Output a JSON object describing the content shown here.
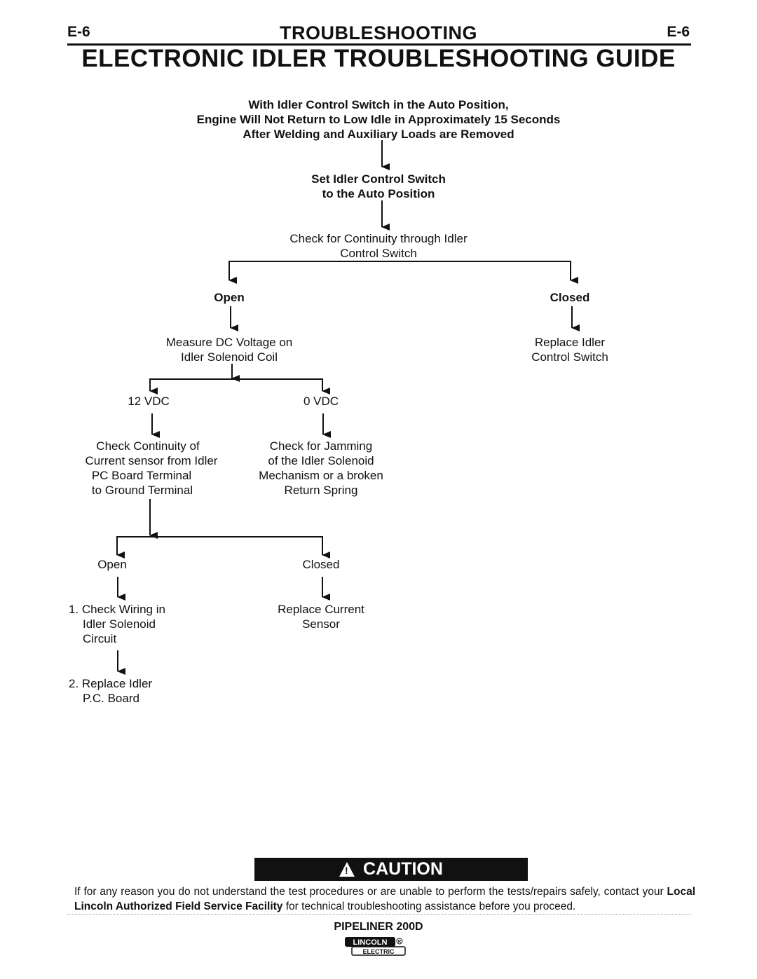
{
  "header": {
    "page_code_left": "E-6",
    "section_title": "TROUBLESHOOTING",
    "page_code_right": "E-6"
  },
  "title": "ELECTRONIC IDLER TROUBLESHOOTING GUIDE",
  "flow": {
    "problem": [
      "With Idler Control Switch in the Auto Position,",
      "Engine Will Not Return to Low Idle in Approximately 15 Seconds",
      "After Welding and Auxiliary Loads are Removed"
    ],
    "step1": [
      "Set Idler Control Switch",
      "to the Auto Position"
    ],
    "step2": [
      "Check for Continuity through Idler",
      "Control Switch"
    ],
    "branch_open": "Open",
    "branch_closed": "Closed",
    "measure": [
      "Measure DC Voltage on",
      "Idler Solenoid Coil"
    ],
    "replace_switch": [
      "Replace Idler",
      "Control Switch"
    ],
    "v12": "12 VDC",
    "v0": "0 VDC",
    "check_continuity": [
      "Check Continuity of",
      "Current sensor from Idler",
      "PC Board Terminal",
      "to Ground Terminal"
    ],
    "check_jamming": [
      "Check for Jamming",
      "of the Idler Solenoid",
      "Mechanism or a broken",
      "Return Spring"
    ],
    "open2": "Open",
    "closed2": "Closed",
    "check_wiring": [
      "1. Check Wiring in",
      "Idler Solenoid",
      "Circuit"
    ],
    "replace_sensor": [
      "Replace Current",
      "Sensor"
    ],
    "replace_board": [
      "2. Replace Idler",
      "P.C. Board"
    ]
  },
  "caution": {
    "label": "CAUTION",
    "text_before": "If for any reason you do not understand the test procedures or are unable to perform the tests/repairs safely, contact your ",
    "text_bold": "Local  Lincoln Authorized Field Service Facility",
    "text_after": " for technical troubleshooting assistance before you proceed."
  },
  "footer": {
    "model": "PIPELINER 200D",
    "logo_top": "LINCOLN",
    "logo_bottom": "ELECTRIC"
  }
}
